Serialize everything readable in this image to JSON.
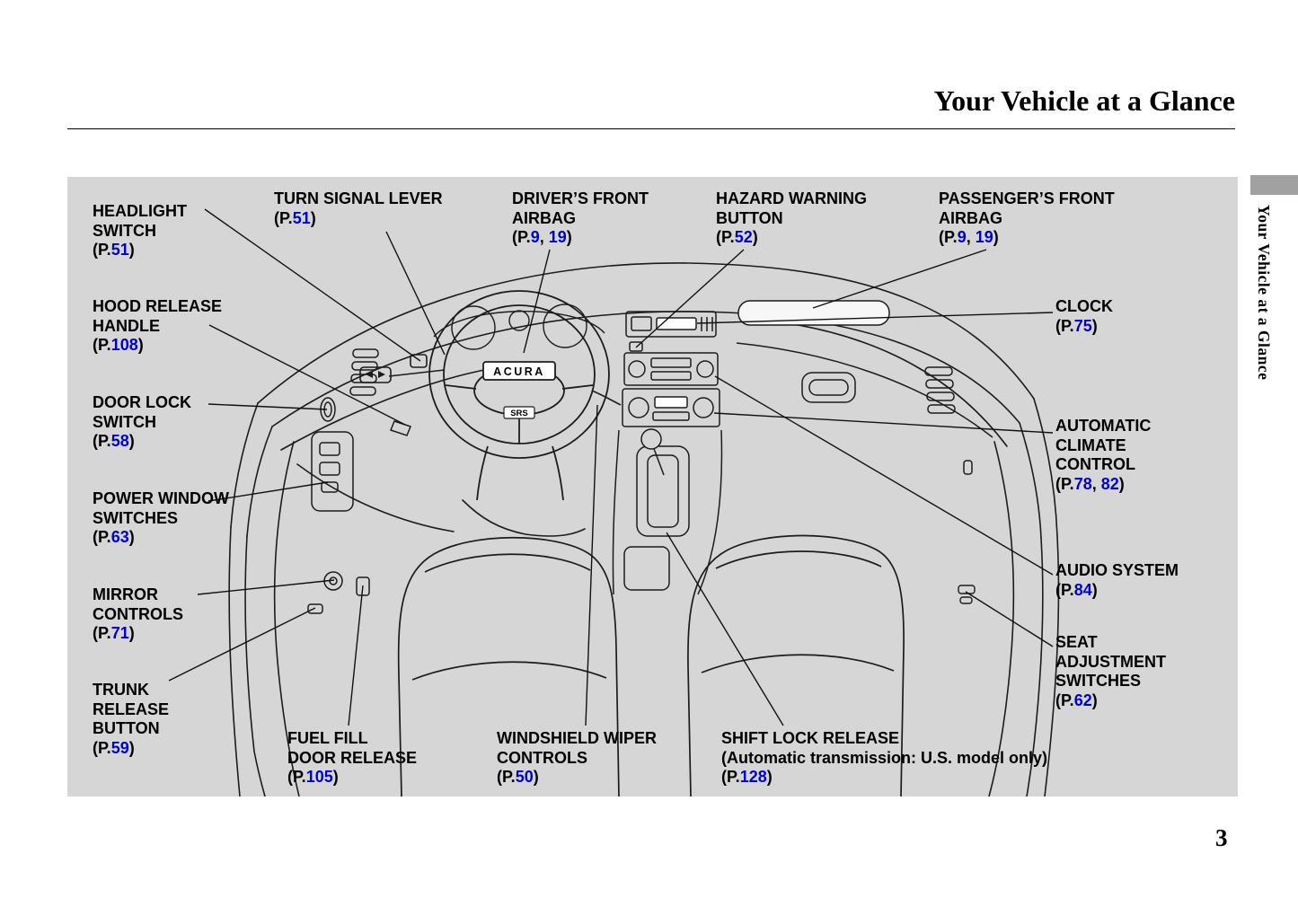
{
  "page": {
    "header_title": "Your Vehicle at a Glance",
    "sidebar_tab_label": "Your Vehicle at a Glance",
    "page_number": "3"
  },
  "colors": {
    "page_background": "#FFFFFF",
    "diagram_background": "#D6D6D6",
    "link_blue": "#0000CC",
    "sidebar_tab_gray": "#A1A1A1",
    "line_art": "#1C1C1C"
  },
  "diagram": {
    "description": "Black line-art illustration of the car interior (dashboard, steering wheel, center console, door panels, front seats) on a gray panel, with thin leader lines from each label to its control",
    "steering_wheel_brand": "ACURA",
    "airbag_label": "SRS"
  },
  "callouts": [
    {
      "name": "headlight-switch",
      "lines": [
        "HEADLIGHT",
        "SWITCH"
      ],
      "ref": {
        "pre": "(P.",
        "n1": "51",
        "sep": "",
        "n2": "",
        "post": ")"
      }
    },
    {
      "name": "turn-signal-lever",
      "lines": [
        "TURN SIGNAL LEVER"
      ],
      "ref": {
        "pre": "(P.",
        "n1": "51",
        "sep": "",
        "n2": "",
        "post": ")"
      }
    },
    {
      "name": "drivers-front-airbag",
      "lines": [
        "DRIVER’S FRONT",
        "AIRBAG"
      ],
      "ref": {
        "pre": "(P.",
        "n1": "9",
        "sep": ", ",
        "n2": "19",
        "post": ")"
      }
    },
    {
      "name": "hazard-warning-button",
      "lines": [
        "HAZARD WARNING",
        "BUTTON"
      ],
      "ref": {
        "pre": "(P.",
        "n1": "52",
        "sep": "",
        "n2": "",
        "post": ")"
      }
    },
    {
      "name": "passengers-front-airbag",
      "lines": [
        "PASSENGER’S FRONT",
        "AIRBAG"
      ],
      "ref": {
        "pre": "(P.",
        "n1": "9",
        "sep": ", ",
        "n2": "19",
        "post": ")"
      }
    },
    {
      "name": "hood-release-handle",
      "lines": [
        "HOOD RELEASE",
        "HANDLE"
      ],
      "ref": {
        "pre": "(P.",
        "n1": "108",
        "sep": "",
        "n2": "",
        "post": ")"
      }
    },
    {
      "name": "clock",
      "lines": [
        "CLOCK"
      ],
      "ref": {
        "pre": "(P.",
        "n1": "75",
        "sep": "",
        "n2": "",
        "post": ")"
      }
    },
    {
      "name": "door-lock-switch",
      "lines": [
        "DOOR LOCK",
        "SWITCH"
      ],
      "ref": {
        "pre": "(P.",
        "n1": "58",
        "sep": "",
        "n2": "",
        "post": ")"
      }
    },
    {
      "name": "automatic-climate-control",
      "lines": [
        "AUTOMATIC",
        "CLIMATE",
        "CONTROL"
      ],
      "ref": {
        "pre": "(P.",
        "n1": "78",
        "sep": ", ",
        "n2": "82",
        "post": ")"
      }
    },
    {
      "name": "power-window-switches",
      "lines": [
        "POWER WINDOW",
        "SWITCHES"
      ],
      "ref": {
        "pre": "(P.",
        "n1": "63",
        "sep": "",
        "n2": "",
        "post": ")"
      }
    },
    {
      "name": "audio-system",
      "lines": [
        "AUDIO SYSTEM"
      ],
      "ref": {
        "pre": "(P.",
        "n1": "84",
        "sep": "",
        "n2": "",
        "post": ")"
      }
    },
    {
      "name": "mirror-controls",
      "lines": [
        "MIRROR",
        "CONTROLS"
      ],
      "ref": {
        "pre": "(P.",
        "n1": "71",
        "sep": "",
        "n2": "",
        "post": ")"
      }
    },
    {
      "name": "seat-adjustment-switches",
      "lines": [
        "SEAT",
        "ADJUSTMENT",
        "SWITCHES"
      ],
      "ref": {
        "pre": "(P.",
        "n1": "62",
        "sep": "",
        "n2": "",
        "post": ")"
      }
    },
    {
      "name": "trunk-release-button",
      "lines": [
        "TRUNK",
        "RELEASE",
        "BUTTON"
      ],
      "ref": {
        "pre": "(P.",
        "n1": "59",
        "sep": "",
        "n2": "",
        "post": ")"
      }
    },
    {
      "name": "fuel-fill-door-release",
      "lines": [
        "FUEL FILL",
        "DOOR RELEASE"
      ],
      "ref": {
        "pre": "(P.",
        "n1": "105",
        "sep": "",
        "n2": "",
        "post": ")"
      }
    },
    {
      "name": "windshield-wiper-controls",
      "lines": [
        "WINDSHIELD WIPER",
        "CONTROLS"
      ],
      "ref": {
        "pre": "(P.",
        "n1": "50",
        "sep": "",
        "n2": "",
        "post": ")"
      }
    },
    {
      "name": "shift-lock-release",
      "lines": [
        "SHIFT LOCK RELEASE"
      ],
      "note": "(Automatic transmission: U.S. model only)",
      "ref": {
        "pre": "(P.",
        "n1": "128",
        "sep": "",
        "n2": "",
        "post": ")"
      }
    }
  ]
}
